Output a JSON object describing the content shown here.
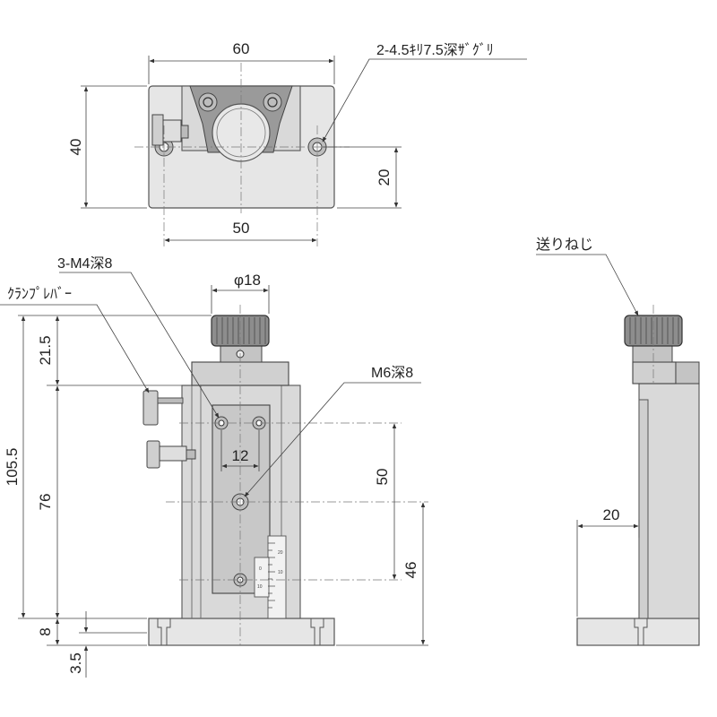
{
  "top_view": {
    "width_label": "60",
    "height_label": "40",
    "hole_spacing_label": "50",
    "hole_offset_label": "20",
    "hole_note": "2-4.5ｷﾘ7.5深ｻﾞｸﾞﾘ"
  },
  "front_view": {
    "knob_diameter_label": "φ18",
    "tapped_holes_note": "3-M4深8",
    "clamp_lever_note": "ｸﾗﾝﾌﾟﾚﾊﾞｰ",
    "center_hole_note": "M6深8",
    "total_height_label": "105.5",
    "knob_height_label": "21.5",
    "body_height_label": "76",
    "base_height_label": "8",
    "base_step_label": "3.5",
    "m4_spacing_label": "12",
    "hole_vertical_spacing_label": "50",
    "center_hole_height_label": "46",
    "scale_labels": [
      "20",
      "10",
      "0",
      "10"
    ]
  },
  "side_view": {
    "feed_screw_note": "送りねじ",
    "offset_label": "20"
  }
}
